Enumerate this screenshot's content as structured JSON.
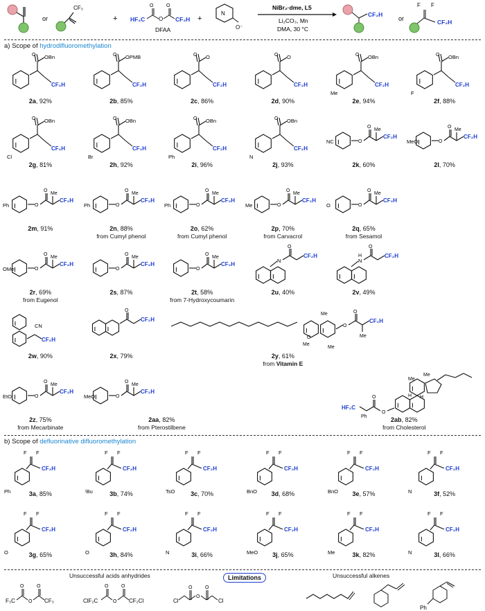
{
  "scheme": {
    "plus1": "+",
    "plus2": "+",
    "or1": "or",
    "or2": "or",
    "dfaa_label": "DFAA",
    "cond_line1": "NiBr₂·dme, L5",
    "cond_line2": "Li₂CO₃, Mn",
    "cond_line3": "DMA, 30 °C",
    "cf3": "CF₃",
    "cf2h": "CF₂H",
    "hf2c": "HF₂C",
    "f": "F",
    "o_minus": "O⁻",
    "n_plus": "N"
  },
  "section_a": {
    "prefix": "a) Scope of ",
    "highlight": "hydrodifluoromethylation"
  },
  "section_b": {
    "prefix": "b) Scope of ",
    "highlight": "defluorinative difluoromethylation"
  },
  "compounds_a": [
    {
      "id": "2a",
      "yield": ", 92%"
    },
    {
      "id": "2b",
      "yield": ", 85%"
    },
    {
      "id": "2c",
      "yield": ", 86%"
    },
    {
      "id": "2d",
      "yield": ", 90%"
    },
    {
      "id": "2e",
      "yield": ", 94%"
    },
    {
      "id": "2f",
      "yield": ", 88%"
    },
    {
      "id": "2g",
      "yield": ", 81%"
    },
    {
      "id": "2h",
      "yield": ", 92%"
    },
    {
      "id": "2i",
      "yield": ", 96%"
    },
    {
      "id": "2j",
      "yield": ", 93%"
    },
    {
      "id": "2k",
      "yield": ", 60%"
    },
    {
      "id": "2l",
      "yield": ", 70%"
    },
    {
      "id": "2m",
      "yield": ", 91%"
    },
    {
      "id": "2n",
      "yield": ", 88%",
      "source": "from Cumyl phenol"
    },
    {
      "id": "2o",
      "yield": ", 62%",
      "source": "from Cumyl phenol"
    },
    {
      "id": "2p",
      "yield": ", 70%",
      "source": "from Carvacrol"
    },
    {
      "id": "2q",
      "yield": ", 65%",
      "source": "from Sesamol"
    },
    {
      "id": "2r",
      "yield": ", 69%",
      "source": "from Eugenol"
    },
    {
      "id": "2s",
      "yield": ", 87%"
    },
    {
      "id": "2t",
      "yield": ", 58%",
      "source": "from 7-Hydroxycoumarin"
    },
    {
      "id": "2u",
      "yield": ", 40%"
    },
    {
      "id": "2v",
      "yield": ", 49%"
    },
    {
      "id": "2w",
      "yield": ", 90%"
    },
    {
      "id": "2x",
      "yield": ", 79%"
    },
    {
      "id": "2y",
      "yield": ", 61%",
      "source_prefix": "from ",
      "source_bold": "Vitamin E"
    },
    {
      "id": "2z",
      "yield": ", 75%",
      "source": "from Mecarbinate"
    },
    {
      "id": "2aa",
      "yield": ", 82%",
      "source": "from Pterostilbene"
    },
    {
      "id": "2ab",
      "yield": ", 82%",
      "source": "from Cholesterol"
    }
  ],
  "compounds_b": [
    {
      "id": "3a",
      "yield": ", 85%"
    },
    {
      "id": "3b",
      "yield": ", 74%"
    },
    {
      "id": "3c",
      "yield": ", 70%"
    },
    {
      "id": "3d",
      "yield": ", 68%"
    },
    {
      "id": "3e",
      "yield": ", 57%"
    },
    {
      "id": "3f",
      "yield": ", 52%"
    },
    {
      "id": "3g",
      "yield": ", 65%"
    },
    {
      "id": "3h",
      "yield": ", 84%"
    },
    {
      "id": "3i",
      "yield": ", 66%"
    },
    {
      "id": "3j",
      "yield": ", 65%"
    },
    {
      "id": "3k",
      "yield": ", 82%"
    },
    {
      "id": "3l",
      "yield": ", 66%"
    }
  ],
  "atoms": {
    "cf2h": "CF₂H",
    "obn": "OBn",
    "opmb": "OPMB",
    "ph": "Ph",
    "ome": "OMe",
    "meo": "MeO",
    "me": "Me",
    "f": "F",
    "cl": "Cl",
    "br": "Br",
    "n": "N",
    "o": "O",
    "nc": "NC",
    "cn": "CN",
    "h": "H",
    "tbu": "ᵗBu",
    "tso": "TsO",
    "bno": "BnO",
    "eto": "EtO",
    "hf2c": "HF₂C",
    "ome2": "OMe"
  },
  "limitations": {
    "title": "Limitations",
    "left_caption": "Unsuccessful acids anhydrides",
    "right_caption": "Unsuccessful alkenes",
    "f3c": "F₃C",
    "cf3": "CF₃",
    "clf2c": "ClF₂C",
    "cf2cl": "CF₂Cl",
    "cl": "Cl",
    "ph": "Ph"
  }
}
